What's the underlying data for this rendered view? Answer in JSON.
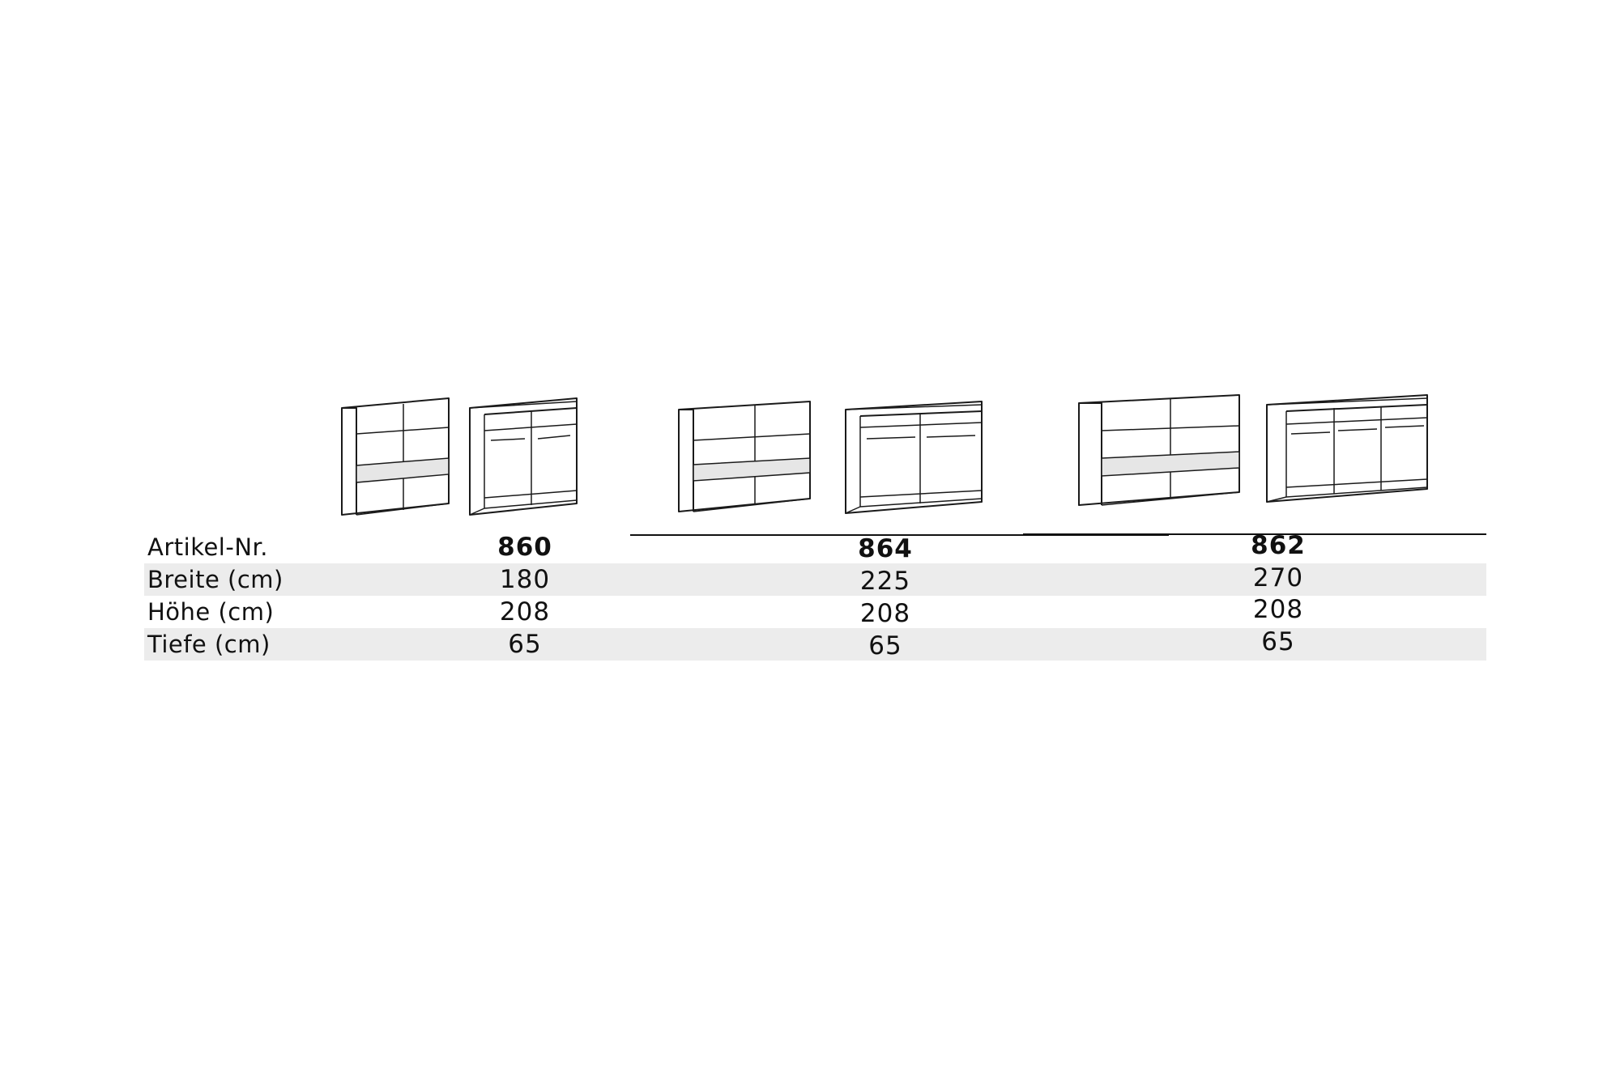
{
  "table": {
    "label_article": "Artikel-Nr.",
    "label_width": "Breite (cm)",
    "label_height": "Höhe (cm)",
    "label_depth": "Tiefe (cm)",
    "columns": [
      {
        "article": "860",
        "width": "180",
        "height": "208",
        "depth": "65"
      },
      {
        "article": "864",
        "width": "225",
        "height": "208",
        "depth": "65"
      },
      {
        "article": "862",
        "width": "270",
        "height": "208",
        "depth": "65"
      }
    ]
  },
  "colors": {
    "line": "#1a1a1a",
    "row_shade": "#ececec",
    "glass": "#e6e6e6"
  }
}
